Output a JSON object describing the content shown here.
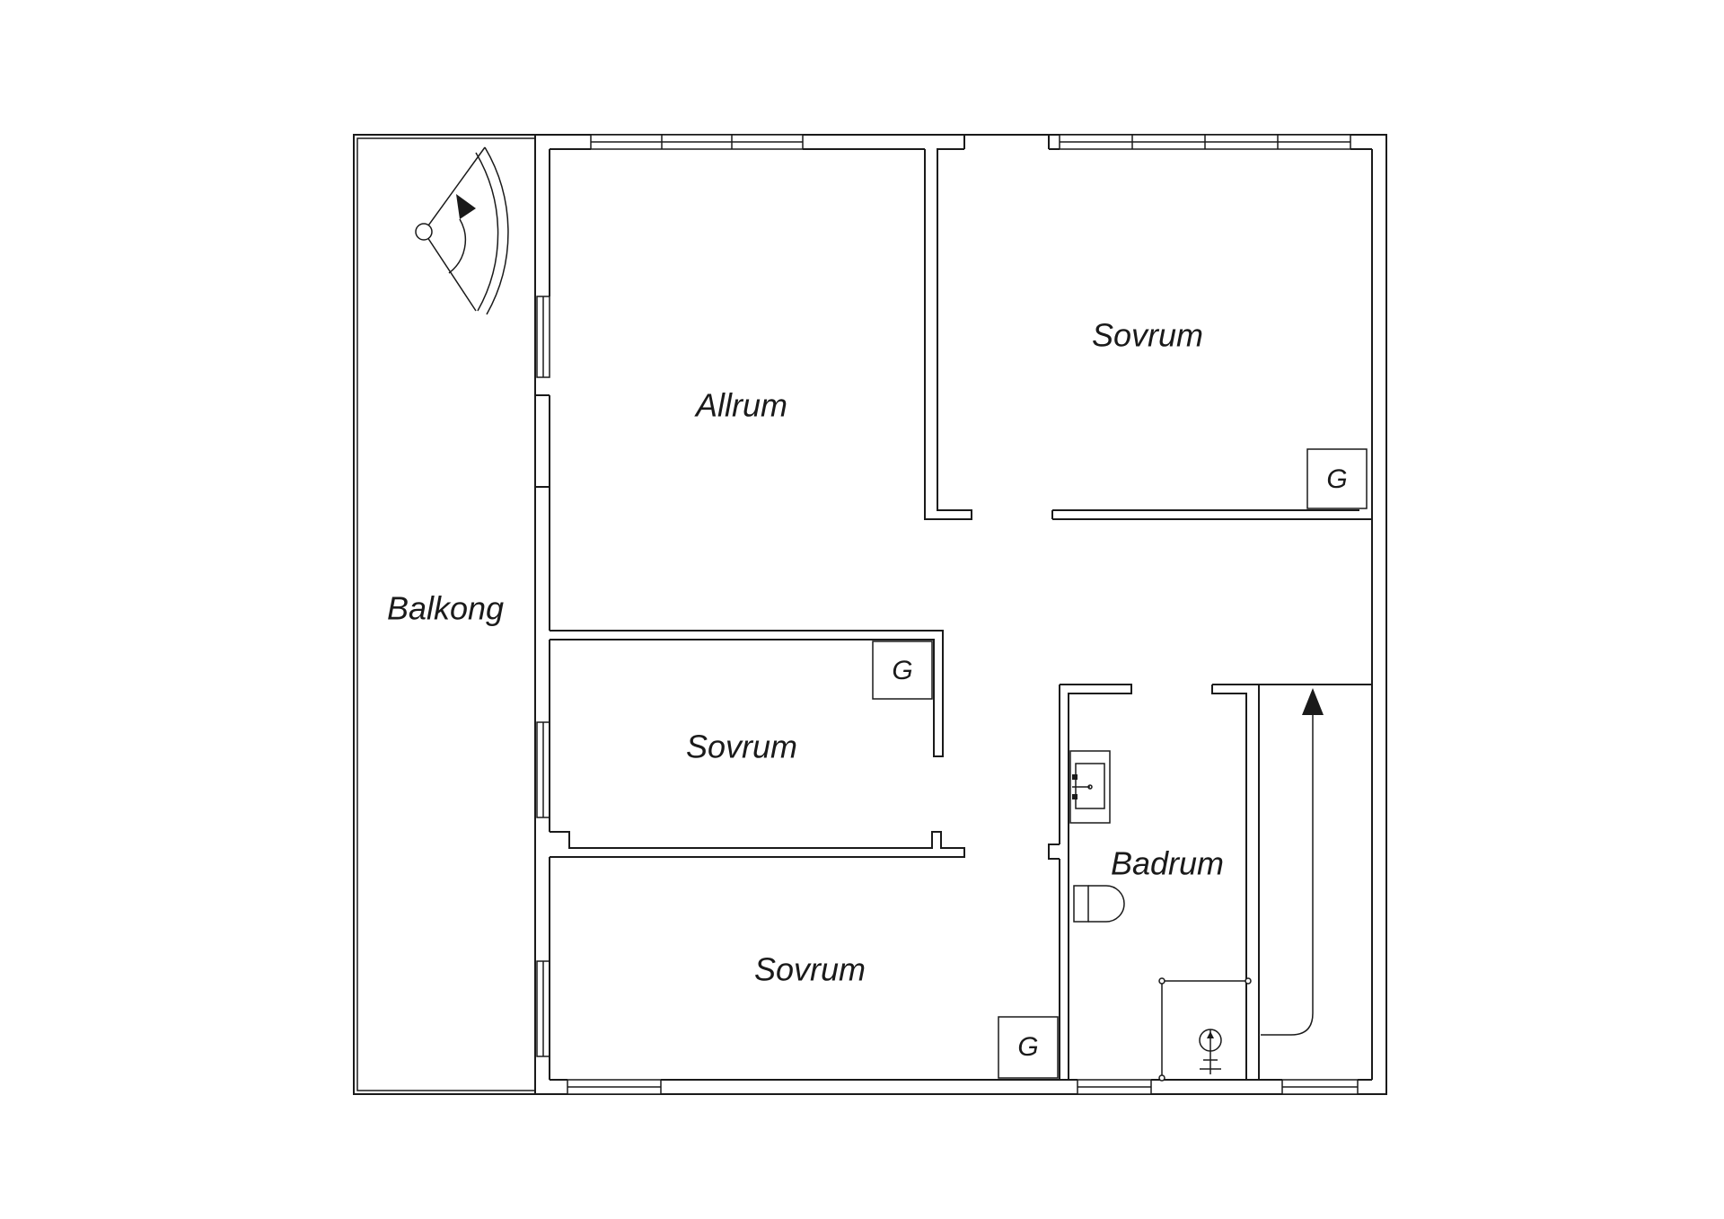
{
  "rooms": {
    "balcony": "Balkong",
    "living": "Allrum",
    "bedroom_top": "Sovrum",
    "bedroom_mid": "Sovrum",
    "bedroom_bottom": "Sovrum",
    "bathroom": "Badrum"
  },
  "wardrobes": {
    "top_right": "G",
    "mid": "G",
    "bottom": "G"
  },
  "colors": {
    "line": "#1a1a1a",
    "background": "#ffffff"
  }
}
